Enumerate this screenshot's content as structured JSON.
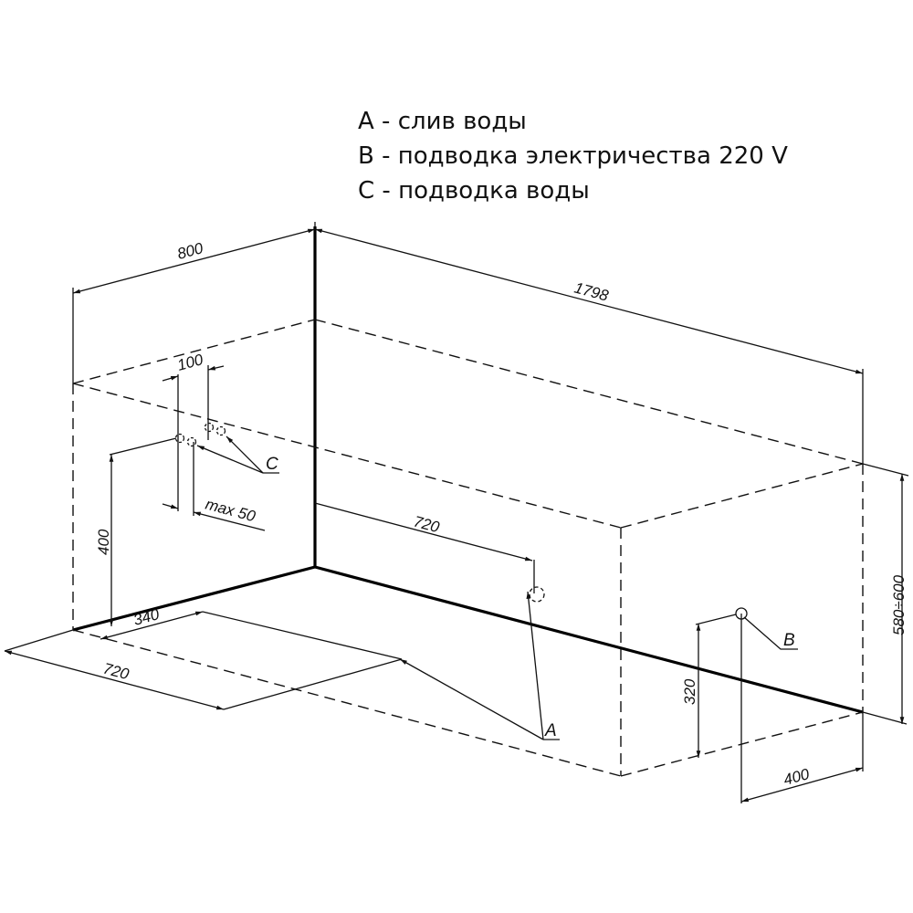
{
  "legend": [
    "A - слив воды",
    "B - подводка электричества 220 V",
    "C - подводка воды"
  ],
  "dimensions": {
    "width": "800",
    "length": "1798",
    "height": "580÷600",
    "b_offset": "400",
    "b_height": "320",
    "drain_distance_back": "720",
    "drain_distance_front": "720",
    "drain_offset": "340",
    "water_height": "400",
    "water_spacing": "100",
    "water_max": "max 50"
  },
  "markers": {
    "a": "A",
    "b": "B",
    "c": "C"
  }
}
